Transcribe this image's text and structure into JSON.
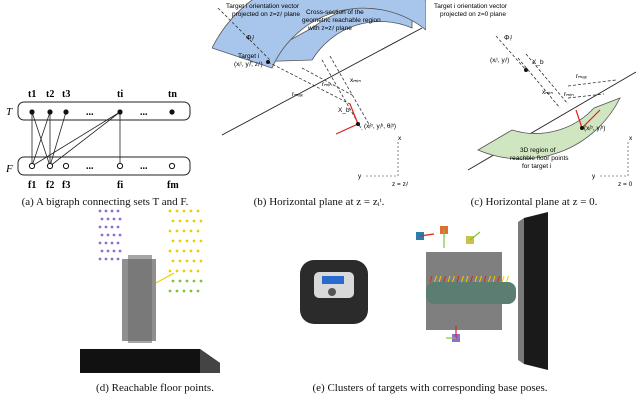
{
  "bigraph": {
    "top_set": "T",
    "bottom_set": "F",
    "top_nodes": [
      "t1",
      "t2",
      "t3",
      "...",
      "ti",
      "...",
      "tn"
    ],
    "bottom_nodes": [
      "f1",
      "f2",
      "f3",
      "...",
      "fi",
      "...",
      "fm"
    ],
    "caption": "(a) A bigraph connecting sets T and F."
  },
  "panel_b": {
    "orientation_note_line1": "Target i orientation vector",
    "orientation_note_line2": "projected on z=zᵢᵗ plane",
    "cross_section_line1": "Cross-section of the",
    "cross_section_line2": "geometric reachable region",
    "cross_section_line3": "with z=zᵢᵗ plane",
    "target_label": "Target i",
    "target_coords": "(xᵢᵗ, yᵢᵗ, zᵢᵗ)",
    "phi": "Φᵢᵗ",
    "xmin": "xₘᵢₙ",
    "xb": "X_b",
    "rmin": "rₘᵢₙ",
    "rmax": "rₘₐₓ",
    "base_coords": "(xᵢᵇ, yᵢᵇ, θᵢᵇ)",
    "y_axis": "y",
    "x_axis": "x",
    "plane_label": "z = zᵢᵗ",
    "caption": "(b) Horizontal plane at z = zᵢᵗ."
  },
  "panel_c": {
    "orientation_note_line1": "Target i orientation vector",
    "orientation_note_line2": "projected on z=0 plane",
    "phi": "Φᵢᵗ",
    "target_coords": "(xᵢᵗ, yᵢᵗ)",
    "xb": "X_b",
    "xmin": "xₘᵢₙ",
    "rmin": "rₘᵢₙ",
    "rmax": "rₘₐₓ",
    "base_coords": "(xᵢᵇ, yᵢᵇ)",
    "region_line1": "3D region of",
    "region_line2": "reachble floor points",
    "region_line3": "for target i",
    "y_axis": "y",
    "x_axis": "x",
    "plane_label": "z = 0",
    "caption": "(c) Horizontal plane at z = 0."
  },
  "panel_d": {
    "caption": "(d) Reachable floor points."
  },
  "panel_e": {
    "caption": "(e) Clusters of targets with corresponding base poses."
  },
  "colors": {
    "reach_blue": "#a8c6ec",
    "reach_green": "#cfe6c0",
    "pose_red": "#e0201b",
    "dots_purple": "#8e6fd0",
    "dots_yellow": "#e9d000",
    "dots_green": "#7cc33b"
  }
}
